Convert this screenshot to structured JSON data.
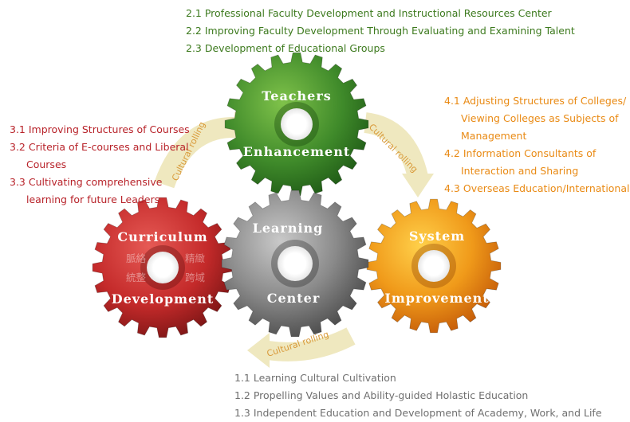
{
  "gears": {
    "teachers": {
      "line1": "Teachers",
      "line2": "Enhancement",
      "color": "#3f8a2a"
    },
    "curriculum": {
      "line1": "Curriculum",
      "line2": "Development",
      "color": "#c42a2a",
      "cn": [
        "脈絡",
        "精緻",
        "統整",
        "跨域"
      ]
    },
    "learning": {
      "line1": "Learning",
      "line2": "Center",
      "color": "#8a8a8a"
    },
    "system": {
      "line1": "System",
      "line2": "Improvement",
      "color": "#e98a14"
    }
  },
  "arrows": {
    "label": "Cultural rolling"
  },
  "notes": {
    "teachers": [
      "2.1  Professional Faculty Development and Instructional Resources Center",
      "2.2  Improving Faculty Development Through Evaluating and Examining Talent",
      "2.3  Development of Educational Groups"
    ],
    "curriculum": [
      "3.1  Improving Structures of Courses",
      "3.2  Criteria of E-courses and Liberal",
      "Courses",
      "3.3 Cultivating comprehensive",
      "learning for future Leaders"
    ],
    "system": [
      "4.1  Adjusting Structures of Colleges/",
      "Viewing Colleges as Subjects of",
      "Management",
      "4.2  Information Consultants of",
      "Interaction and Sharing",
      "4.3  Overseas Education/International"
    ],
    "learning": [
      "1.1  Learning Cultural Cultivation",
      "1.2  Propelling Values and Ability-guided Holastic Education",
      "1.3  Independent Education and Development of Academy, Work, and Life"
    ]
  }
}
